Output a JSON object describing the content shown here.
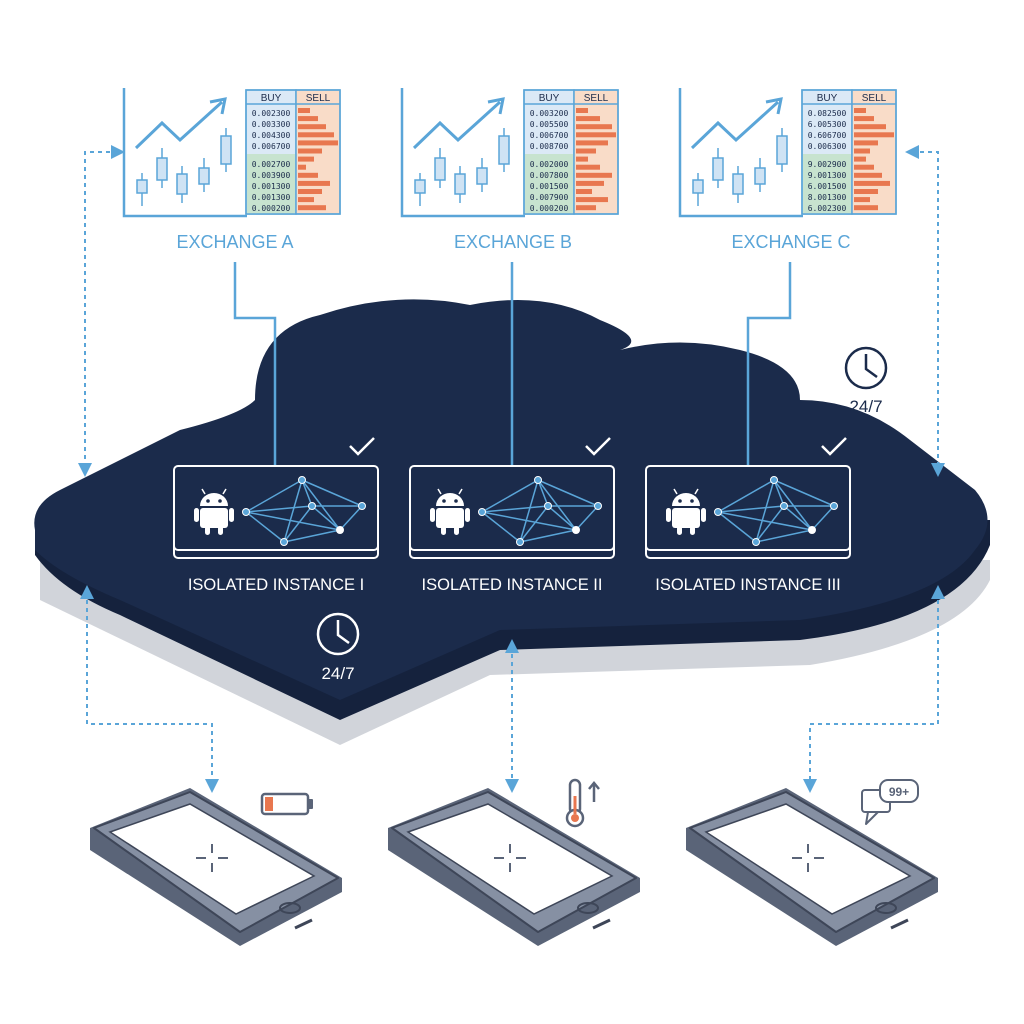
{
  "exchanges": [
    {
      "label": "EXCHANGE A",
      "buy_header": "BUY",
      "sell_header": "SELL",
      "buy_top": [
        "0.002300",
        "0.003300",
        "0.004300",
        "0.006700"
      ],
      "buy_bottom": [
        "0.002700",
        "0.003900",
        "0.001300",
        "0.001300",
        "0.000200"
      ],
      "sell_levels": [
        0.3,
        0.5,
        0.7,
        0.9,
        1.0,
        0.6,
        0.4,
        0.2,
        0.5,
        0.8,
        0.6,
        0.4,
        0.7
      ]
    },
    {
      "label": "EXCHANGE B",
      "buy_header": "BUY",
      "sell_header": "SELL",
      "buy_top": [
        "0.003200",
        "0.005500",
        "0.006700",
        "0.008700"
      ],
      "buy_bottom": [
        "0.002000",
        "0.007800",
        "0.001500",
        "0.007900",
        "0.000200"
      ],
      "sell_levels": [
        0.3,
        0.6,
        0.9,
        1.0,
        0.8,
        0.5,
        0.3,
        0.6,
        0.9,
        0.7,
        0.4,
        0.8,
        0.5
      ]
    },
    {
      "label": "EXCHANGE C",
      "buy_header": "BUY",
      "sell_header": "SELL",
      "buy_top": [
        "0.082500",
        "6.005300",
        "0.606700",
        "0.006300"
      ],
      "buy_bottom": [
        "9.002900",
        "9.001300",
        "6.001500",
        "8.001300",
        "6.002300"
      ],
      "sell_levels": [
        0.3,
        0.5,
        0.8,
        1.0,
        0.6,
        0.4,
        0.3,
        0.5,
        0.7,
        0.9,
        0.6,
        0.4,
        0.6
      ]
    }
  ],
  "instances": [
    {
      "label": "ISOLATED INSTANCE I"
    },
    {
      "label": "ISOLATED INSTANCE II"
    },
    {
      "label": "ISOLATED INSTANCE III"
    }
  ],
  "availability": {
    "top_right": "24/7",
    "bottom_left": "24/7"
  },
  "devices": [
    {
      "status_icon": "low-battery-icon"
    },
    {
      "status_icon": "rising-temperature-icon"
    },
    {
      "status_icon": "notification-overflow-icon",
      "badge": "99+"
    }
  ],
  "colors": {
    "cloud": "#1b2b4b",
    "cloud_shadow": "#c9ccd3",
    "accent": "#5aa5d8",
    "instance_border": "#ffffff",
    "buy_bg": "#dbe9f6",
    "buy_bottom_bg": "#c7e3cf",
    "sell_bg": "#f9dcc8",
    "sell_bar": "#e8774f",
    "phone_body": "#5a6478",
    "phone_screen": "#ffffff"
  }
}
